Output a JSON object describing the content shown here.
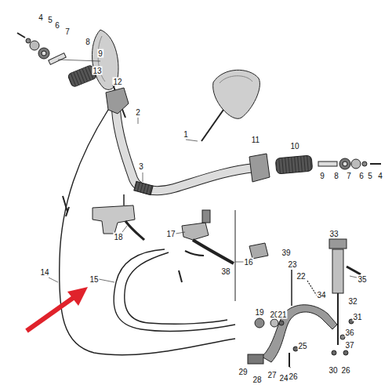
{
  "diagram": {
    "labels": [
      "4",
      "5",
      "6",
      "7",
      "8",
      "9",
      "13",
      "12",
      "2",
      "1",
      "11",
      "10",
      "9",
      "8",
      "7",
      "6",
      "5",
      "4",
      "3",
      "18",
      "17",
      "33",
      "39",
      "16",
      "38",
      "23",
      "14",
      "15",
      "35",
      "22",
      "34",
      "32",
      "19",
      "20",
      "21",
      "31",
      "36",
      "37",
      "25",
      "29",
      "26",
      "30",
      "26",
      "27",
      "28",
      "24"
    ]
  }
}
